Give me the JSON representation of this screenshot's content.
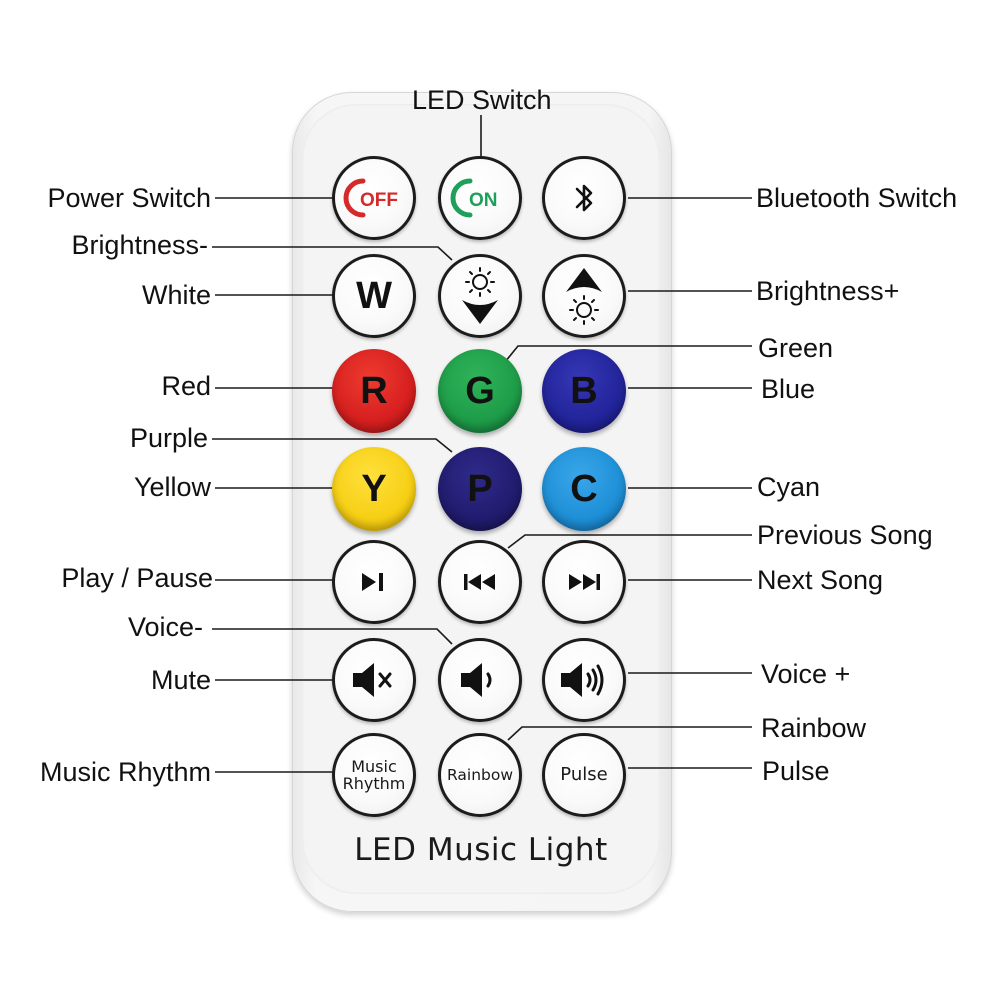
{
  "remote": {
    "brand_text": "LED Music Light",
    "buttons": {
      "off": {
        "text": "OFF",
        "icon": "power-off-icon",
        "color": "#d42a2a"
      },
      "on": {
        "text": "ON",
        "icon": "power-on-icon",
        "color": "#1fa05a"
      },
      "bluetooth": {
        "icon": "bluetooth-icon"
      },
      "white": {
        "text": "W"
      },
      "brightness_down": {
        "icon": "brightness-down-icon"
      },
      "brightness_up": {
        "icon": "brightness-up-icon"
      },
      "red": {
        "text": "R",
        "color": "#d61f1f"
      },
      "green": {
        "text": "G",
        "color": "#1e9c48"
      },
      "blue": {
        "text": "B",
        "color": "#22249a"
      },
      "yellow": {
        "text": "Y",
        "color": "#f6cf14"
      },
      "purple": {
        "text": "P",
        "color": "#211c6e"
      },
      "cyan": {
        "text": "C",
        "color": "#1e8fd6"
      },
      "play_pause": {
        "icon": "play-pause-icon"
      },
      "previous": {
        "icon": "previous-track-icon"
      },
      "next": {
        "icon": "next-track-icon"
      },
      "mute": {
        "icon": "mute-icon"
      },
      "voice_down": {
        "icon": "volume-down-icon"
      },
      "voice_up": {
        "icon": "volume-up-icon"
      },
      "music_rhythm": {
        "text_line1": "Music",
        "text_line2": "Rhythm"
      },
      "rainbow": {
        "text": "Rainbow"
      },
      "pulse": {
        "text": "Pulse"
      }
    }
  },
  "labels": {
    "led_switch": "LED Switch",
    "power_switch": "Power Switch",
    "bluetooth_switch": "Bluetooth Switch",
    "brightness_minus": "Brightness-",
    "white": "White",
    "brightness_plus": "Brightness+",
    "green": "Green",
    "red": "Red",
    "blue": "Blue",
    "purple": "Purple",
    "yellow": "Yellow",
    "cyan": "Cyan",
    "previous_song": "Previous Song",
    "play_pause": "Play / Pause",
    "next_song": "Next Song",
    "voice_minus": "Voice-",
    "mute": "Mute",
    "voice_plus": "Voice +",
    "rainbow": "Rainbow",
    "music_rhythm": "Music Rhythm",
    "pulse": "Pulse"
  }
}
